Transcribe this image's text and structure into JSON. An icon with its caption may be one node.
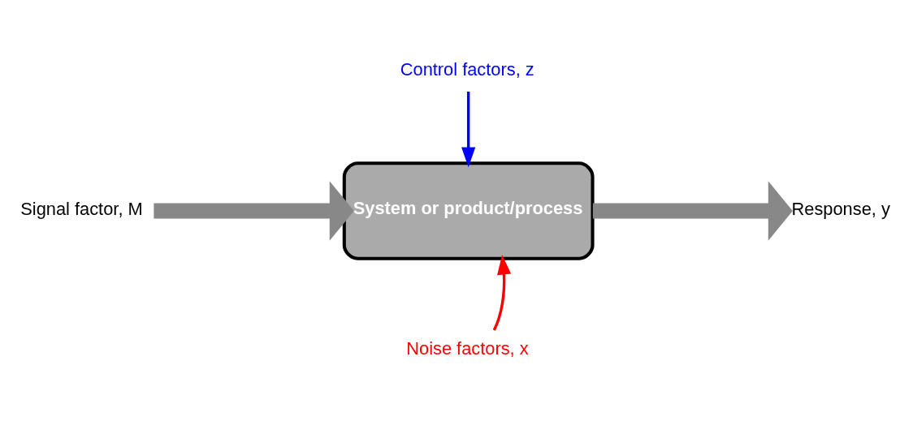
{
  "diagram": {
    "nodes": [
      {
        "text": [
          "Control factors, z"
        ]
      },
      {
        "text": [
          "Signal factor, M"
        ]
      },
      {
        "text": [
          "System or product/process"
        ]
      },
      {
        "text": [
          "Response, y"
        ]
      },
      {
        "text": [
          "Noise factors, x"
        ]
      }
    ],
    "edges": [
      {
        "from": 0,
        "to": 2,
        "arrow": "to",
        "color": "#0000ff"
      },
      {
        "from": 1,
        "to": 2,
        "arrow": "to",
        "style": "thick"
      },
      {
        "from": 2,
        "to": 3,
        "arrow": "to",
        "style": "thick"
      },
      {
        "from": 4,
        "to": 2,
        "arrow": "to",
        "color": "#ff0000"
      }
    ]
  }
}
